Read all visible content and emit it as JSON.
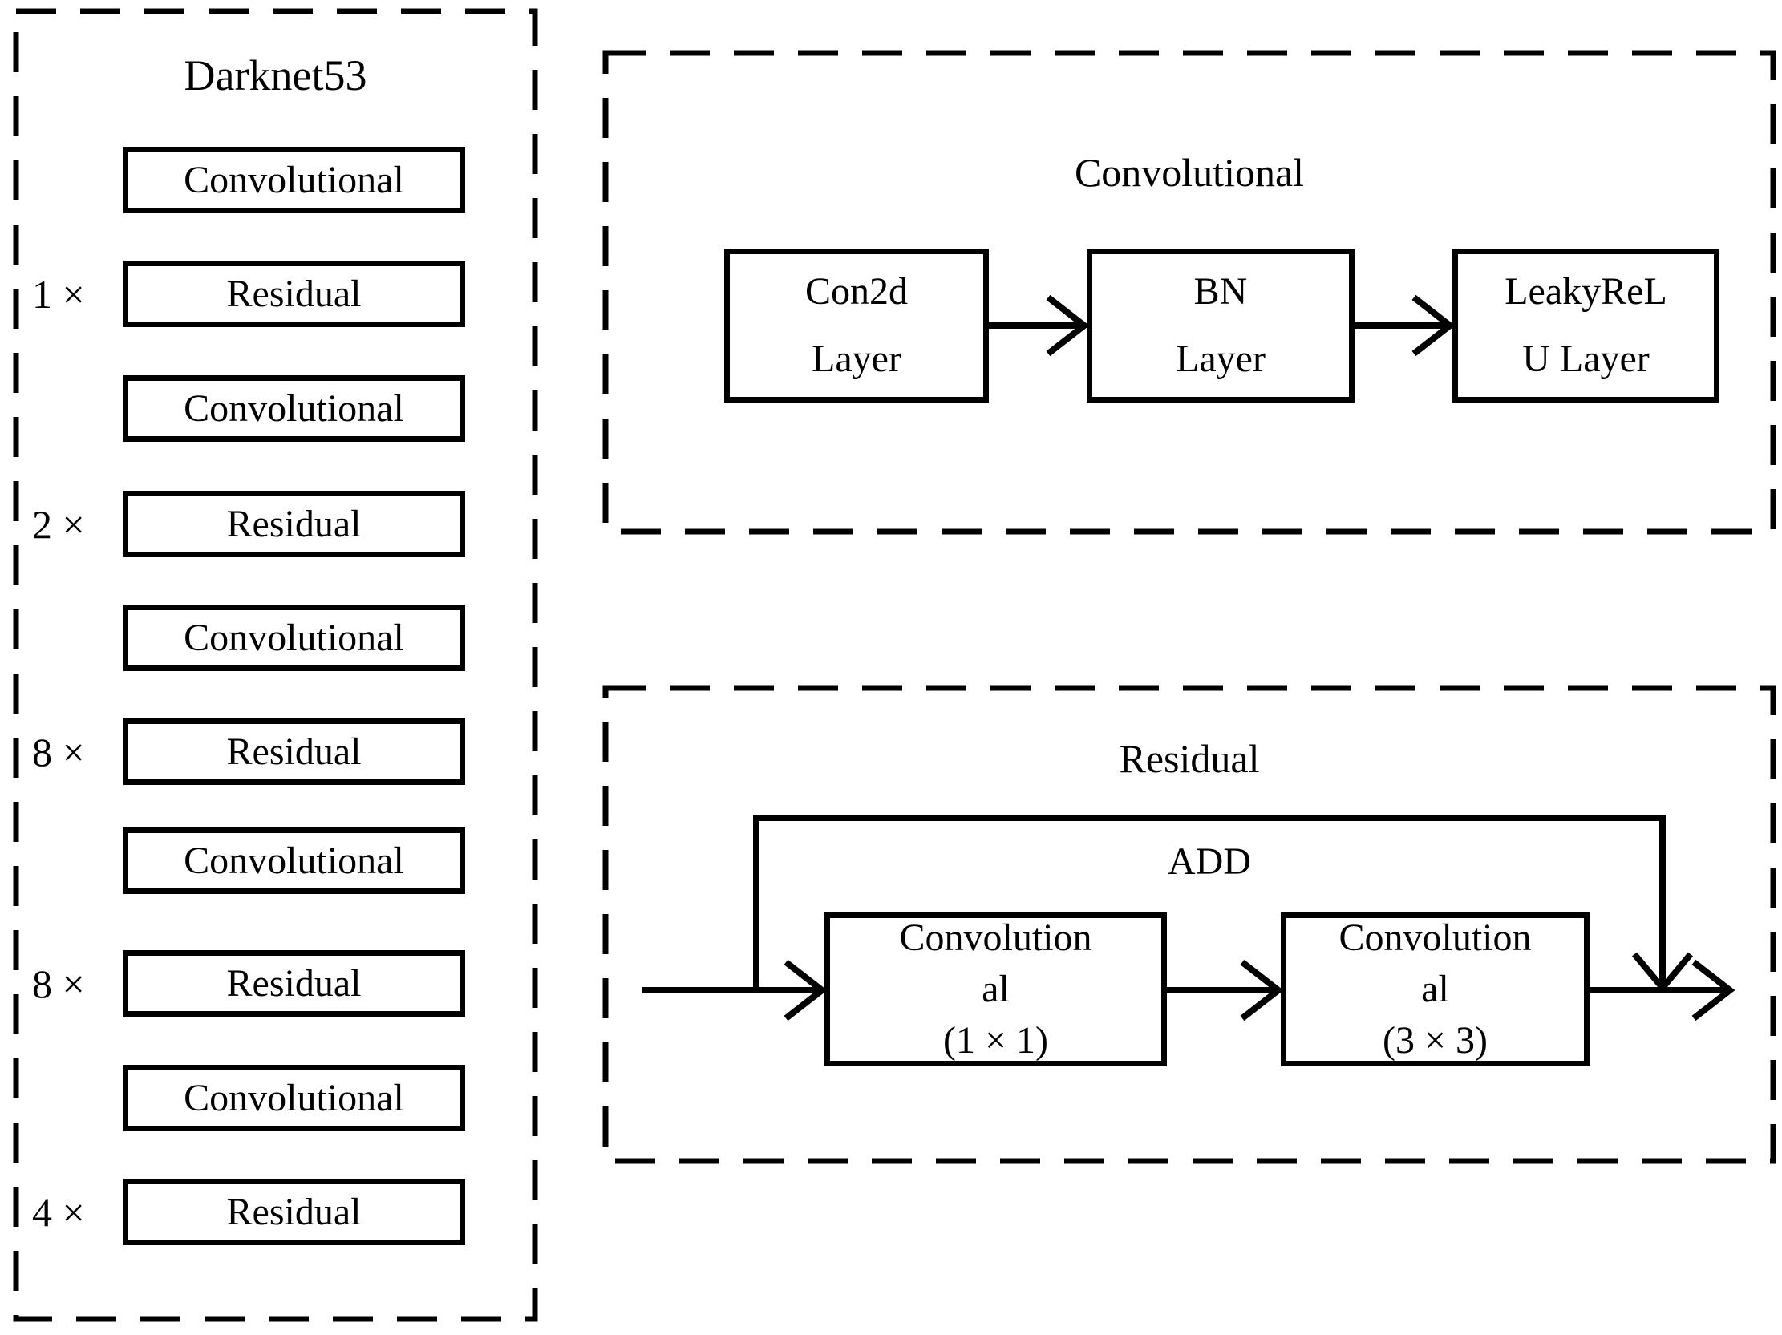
{
  "figure": {
    "background_color": "#ffffff",
    "line_color": "#000000"
  },
  "darknet_panel": {
    "title": "Darknet53",
    "rows": [
      {
        "multiplier": "",
        "label": "Convolutional"
      },
      {
        "multiplier": "1 ×",
        "label": "Residual"
      },
      {
        "multiplier": "",
        "label": "Convolutional"
      },
      {
        "multiplier": "2 ×",
        "label": "Residual"
      },
      {
        "multiplier": "",
        "label": "Convolutional"
      },
      {
        "multiplier": "8 ×",
        "label": "Residual"
      },
      {
        "multiplier": "",
        "label": "Convolutional"
      },
      {
        "multiplier": "8 ×",
        "label": "Residual"
      },
      {
        "multiplier": "",
        "label": "Convolutional"
      },
      {
        "multiplier": "4 ×",
        "label": "Residual"
      }
    ]
  },
  "convolutional_panel": {
    "title": "Convolutional",
    "blocks": [
      {
        "lines": [
          "Con2d",
          "Layer"
        ]
      },
      {
        "lines": [
          "BN",
          "Layer"
        ]
      },
      {
        "lines": [
          "LeakyReL",
          "U Layer"
        ]
      }
    ]
  },
  "residual_panel": {
    "title": "Residual",
    "add_label": "ADD",
    "blocks": [
      {
        "lines": [
          "Convolution",
          "al",
          "(1 × 1)"
        ]
      },
      {
        "lines": [
          "Convolution",
          "al",
          "(3 × 3)"
        ]
      }
    ]
  }
}
